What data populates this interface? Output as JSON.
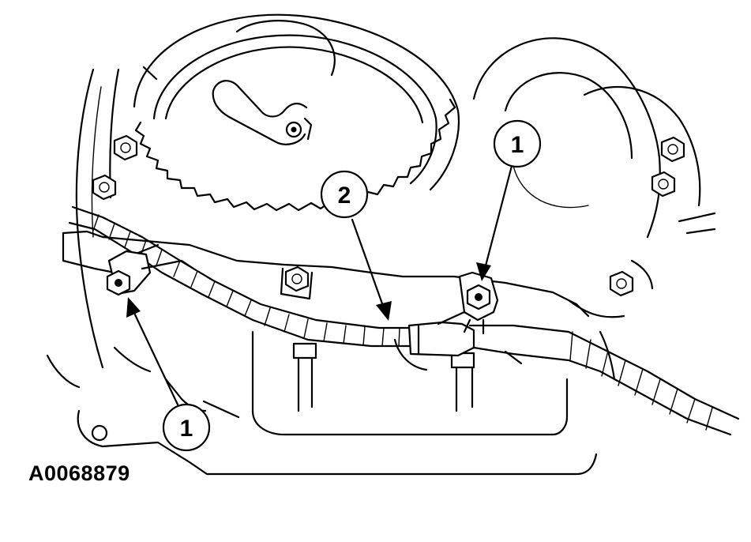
{
  "figure_id": "A0068879",
  "callouts": [
    {
      "label": "1"
    },
    {
      "label": "2"
    },
    {
      "label": "1"
    }
  ],
  "colors": {
    "line": "#000000",
    "background": "#ffffff"
  }
}
